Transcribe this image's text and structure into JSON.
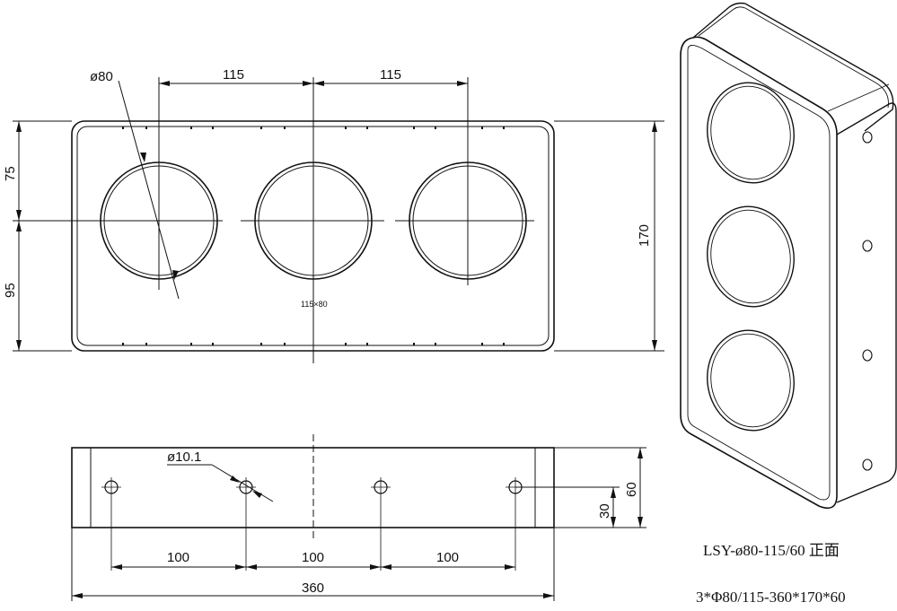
{
  "front_view": {
    "dim_hole_diameter": "ø80",
    "dim_spacing_left": "115",
    "dim_spacing_right": "115",
    "dim_height_top": "75",
    "dim_height_bottom": "95",
    "dim_total_height": "170",
    "center_label": "115×80"
  },
  "bottom_view": {
    "dim_mount_hole": "ø10.1",
    "dim_spacing_1": "100",
    "dim_spacing_2": "100",
    "dim_spacing_3": "100",
    "dim_total_width": "360",
    "dim_depth": "60",
    "dim_half_depth": "30"
  },
  "caption": {
    "model_line": "LSY-ø80-115/60 正面",
    "spec_line": "3*Φ80/115-360*170*60"
  }
}
